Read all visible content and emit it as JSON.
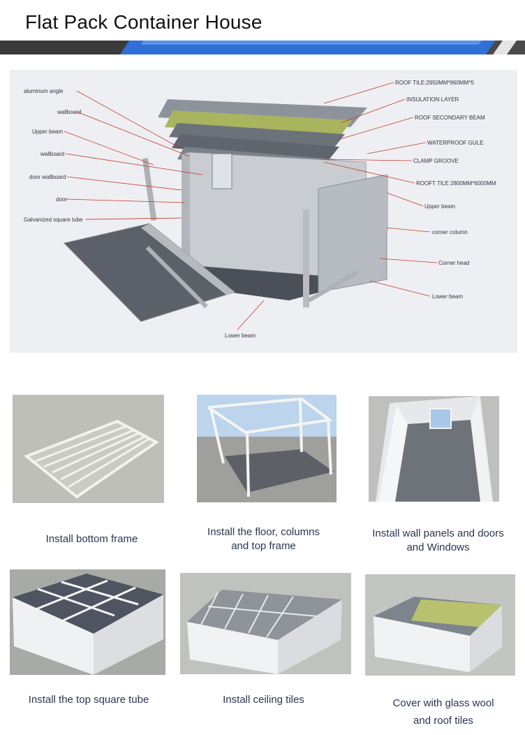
{
  "title": "Flat Pack Container House",
  "diagram_labels_left": [
    "aluminum angle",
    "wallboard",
    "Upper beam",
    "wallboard",
    "door wallboard",
    "door",
    "Galvanized square tube"
  ],
  "diagram_labels_right": [
    "ROOF TILE:2950MM*960MM*5",
    "INSULATION LAYER",
    "ROOF SECONDARY BEAM",
    "WATERPROOF GULE",
    "CLAMP GROOVE",
    "ROOFT TILE 2800MM*6000MM",
    "Upper beam",
    "corner column",
    "Corner head",
    "Lower beam"
  ],
  "diagram_label_bottom": "Lower beam",
  "steps": [
    {
      "line1": "Install bottom frame",
      "line2": ""
    },
    {
      "line1": "Install the floor, columns",
      "line2": "and top frame"
    },
    {
      "line1": "Install wall panels and doors",
      "line2": "and Windows"
    },
    {
      "line1": "Install the top square tube",
      "line2": ""
    },
    {
      "line1": "Install ceiling tiles",
      "line2": ""
    },
    {
      "line1": "Cover with glass wool",
      "line2": "and roof tiles"
    }
  ]
}
